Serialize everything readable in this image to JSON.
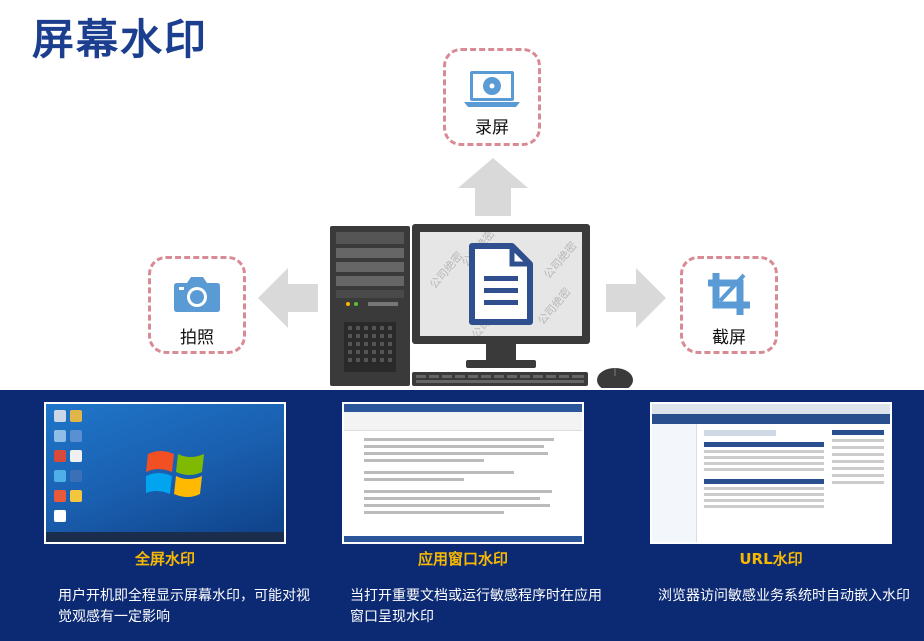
{
  "page": {
    "title": "屏幕水印"
  },
  "captures": {
    "record": {
      "label": "录屏",
      "icon": "monitor-disc-icon"
    },
    "photo": {
      "label": "拍照",
      "icon": "camera-icon"
    },
    "screenshot": {
      "label": "截屏",
      "icon": "crop-icon"
    }
  },
  "computer": {
    "watermark_text": "公司绝密",
    "document_icon": "document-icon"
  },
  "modes": [
    {
      "title": "全屏水印",
      "description": "用户开机即全程显示屏幕水印，可能对视觉观感有一定影响"
    },
    {
      "title": "应用窗口水印",
      "description": "当打开重要文档或运行敏感程序时在应用窗口呈现水印"
    },
    {
      "title": "URL水印",
      "description": "浏览器访问敏感业务系统时自动嵌入水印"
    }
  ],
  "colors": {
    "title": "#1b3f8e",
    "dashed_border": "#d98b95",
    "icon_blue": "#5b9bd5",
    "panel_bg": "#0c2a74",
    "mode_title": "#f7b800",
    "arrow_gray": "#d9d9d9",
    "computer_dark": "#3a3a3a"
  }
}
